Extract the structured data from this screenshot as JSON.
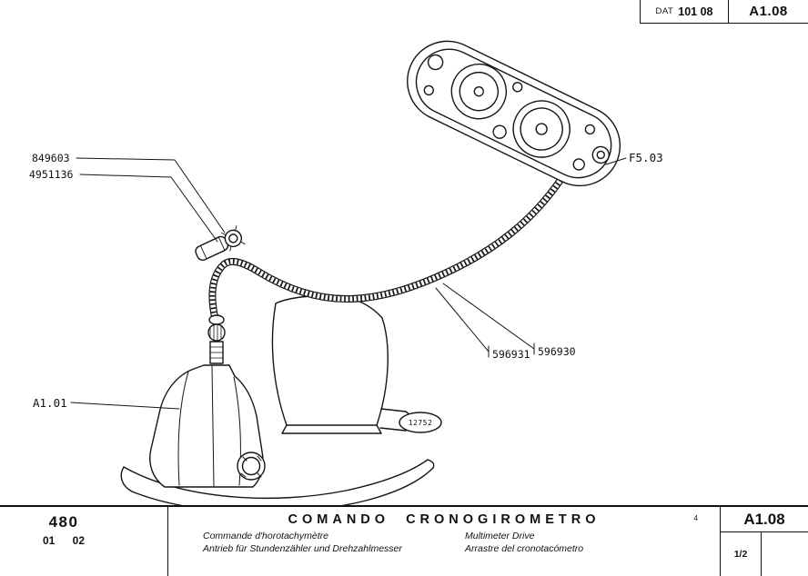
{
  "header": {
    "dat_label": "DAT",
    "dat_value": "101 08",
    "code": "A1.08"
  },
  "diagram": {
    "labels": {
      "cable_clip_part": "849603",
      "cable_clip_alt": "4951136",
      "panel_ref": "F5.03",
      "cable_part_a": "596931",
      "cable_part_b": "596930",
      "gearbox_ref": "A1.01",
      "badge": "12752"
    }
  },
  "titleblock": {
    "model": "480",
    "subcode": "01 02",
    "title": "COMANDO CRONOGIROMETRO",
    "translations": {
      "fr": "Commande d'horotachymètre",
      "en": "Multimeter Drive",
      "de": "Antrieb für Stundenzähler und Drehzahlmesser",
      "es": "Arrastre del cronotacómetro"
    },
    "footnote": "4",
    "code": "A1.08",
    "sheet": "1/2"
  }
}
